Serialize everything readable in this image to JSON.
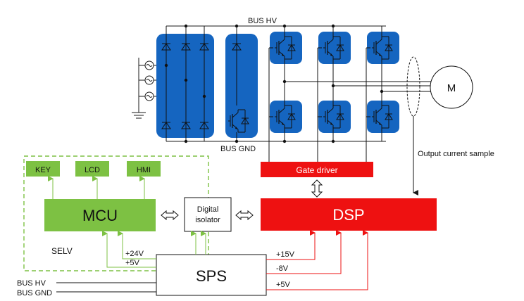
{
  "diagram": {
    "bus_hv": "BUS HV",
    "bus_gnd": "BUS GND",
    "motor": "M",
    "output_current_sample": "Output current sample",
    "gate_driver": "Gate driver",
    "dsp": "DSP",
    "mcu": "MCU",
    "digital_isolator_line1": "Digital",
    "digital_isolator_line2": "isolator",
    "key": "KEY",
    "lcd": "LCD",
    "hmi": "HMI",
    "selv": "SELV",
    "sps": "SPS",
    "mcu_rail_24v": "+24V",
    "mcu_rail_5v": "+5V",
    "dsp_rail_15v": "+15V",
    "dsp_rail_neg8v": "-8V",
    "dsp_rail_5v": "+5V",
    "input_bus_hv": "BUS HV",
    "input_bus_gnd": "BUS GND"
  },
  "colors": {
    "power_blue": "#1565c0",
    "red_block": "#ee1111",
    "green_block": "#7dc143",
    "dashed_green": "#7dc143",
    "line_dark": "#1a1a1a"
  },
  "icons": [
    "ac-source-icon",
    "ground-icon",
    "diode-icon",
    "igbt-icon",
    "bidirectional-arrow-icon"
  ]
}
